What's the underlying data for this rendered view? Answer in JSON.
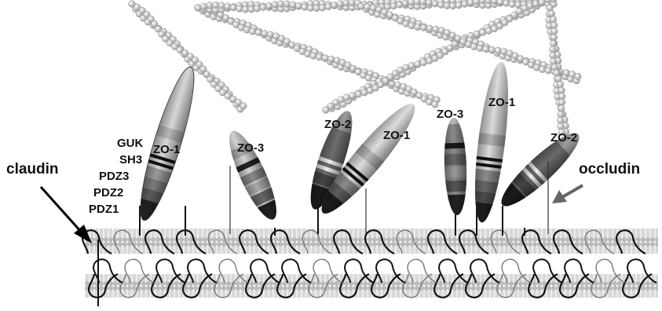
{
  "labels": {
    "claudin": "claudin",
    "occludin": "occludin",
    "domains": {
      "guk": "GUK",
      "sh3": "SH3",
      "pdz3": "PDZ3",
      "pdz2": "PDZ2",
      "pdz1": "PDZ1"
    },
    "proteins": {
      "zo1_left": "ZO-1",
      "zo3_left": "ZO-3",
      "zo2_middle": "ZO-2",
      "zo1_middle": "ZO-1",
      "zo3_right": "ZO-3",
      "zo1_right": "ZO-1",
      "zo2_right": "ZO-2"
    }
  },
  "colors": {
    "membrane": "#d8d8d8",
    "bead": "#e2e2e2",
    "arrow_claudin": "#000000",
    "arrow_occludin": "#666666"
  }
}
